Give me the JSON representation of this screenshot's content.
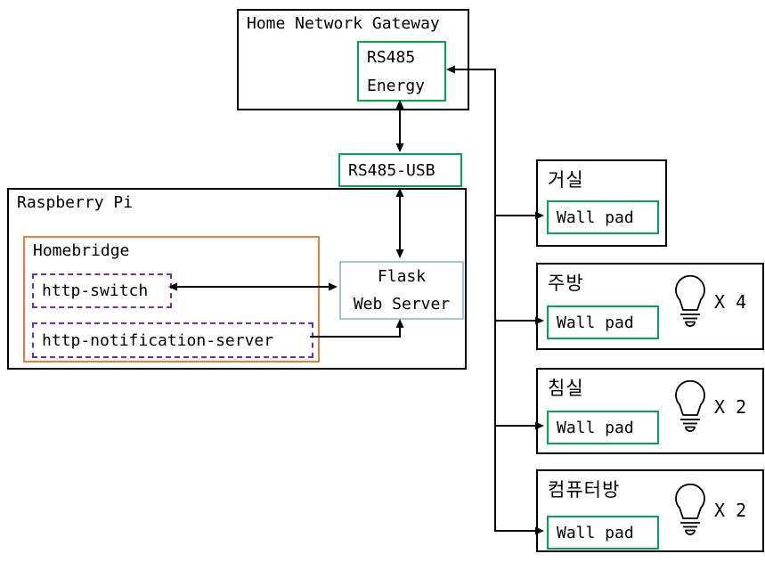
{
  "gateway": {
    "title": "Home Network Gateway",
    "module_lines": [
      "RS485",
      "Energy"
    ]
  },
  "rs485_usb": {
    "label": "RS485-USB"
  },
  "raspberry_pi": {
    "title": "Raspberry Pi",
    "homebridge": {
      "title": "Homebridge",
      "plugins": [
        {
          "label": "http-switch"
        },
        {
          "label": "http-notification-server"
        }
      ]
    },
    "flask_lines": [
      "Flask",
      "Web Server"
    ]
  },
  "rooms": [
    {
      "name": "거실",
      "device": "Wall pad",
      "lights": ""
    },
    {
      "name": "주방",
      "device": "Wall pad",
      "lights": "X 4"
    },
    {
      "name": "침실",
      "device": "Wall pad",
      "lights": "X 2"
    },
    {
      "name": "컴퓨터방",
      "device": "Wall pad",
      "lights": "X 2"
    }
  ],
  "colors": {
    "background": "#ffffff",
    "box_border": "#000000",
    "module_green": "#00a651",
    "homebridge_orange": "#ed7d31",
    "plugin_purple": "#7030a0",
    "flask_blue": "#9dc3e6",
    "connector": "#000000"
  }
}
